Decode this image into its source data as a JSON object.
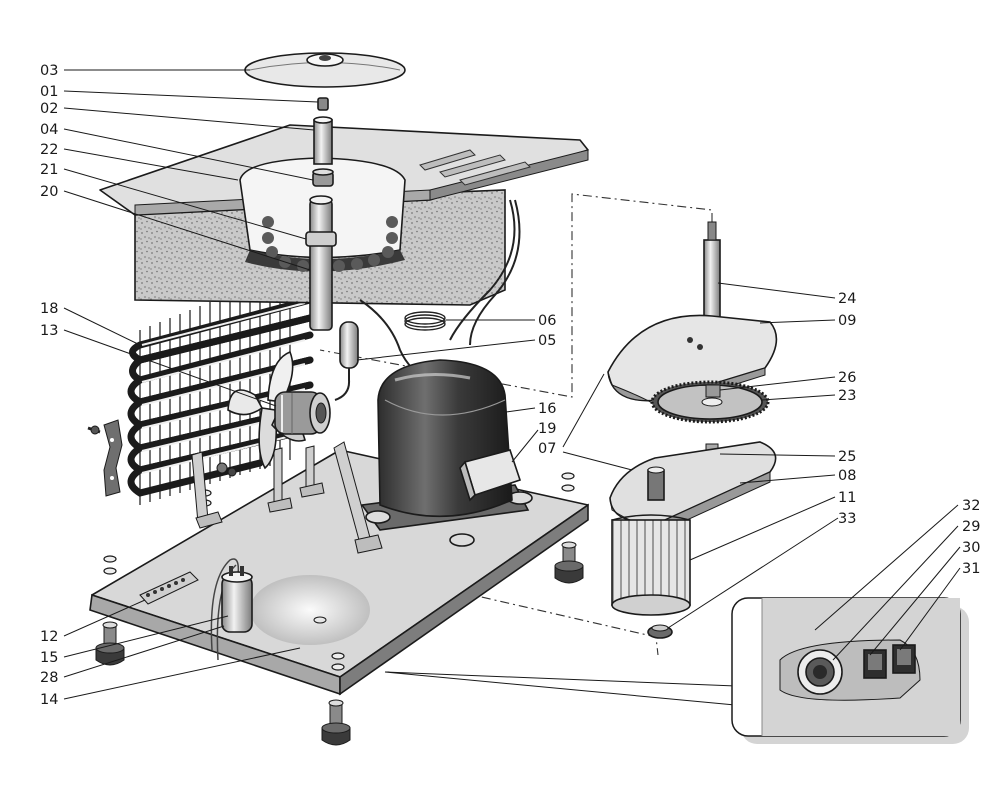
{
  "diagram": {
    "labels": {
      "p03": "03",
      "p01": "01",
      "p02": "02",
      "p04": "04",
      "p22": "22",
      "p21": "21",
      "p20": "20",
      "p18": "18",
      "p13": "13",
      "p12": "12",
      "p15": "15",
      "p28": "28",
      "p14": "14",
      "p24": "24",
      "p09": "09",
      "p06": "06",
      "p05": "05",
      "p26": "26",
      "p23": "23",
      "p16": "16",
      "p19": "19",
      "p07": "07",
      "p25": "25",
      "p08": "08",
      "p11": "11",
      "p33": "33",
      "p32": "32",
      "p29": "29",
      "p30": "30",
      "p31": "31"
    }
  }
}
